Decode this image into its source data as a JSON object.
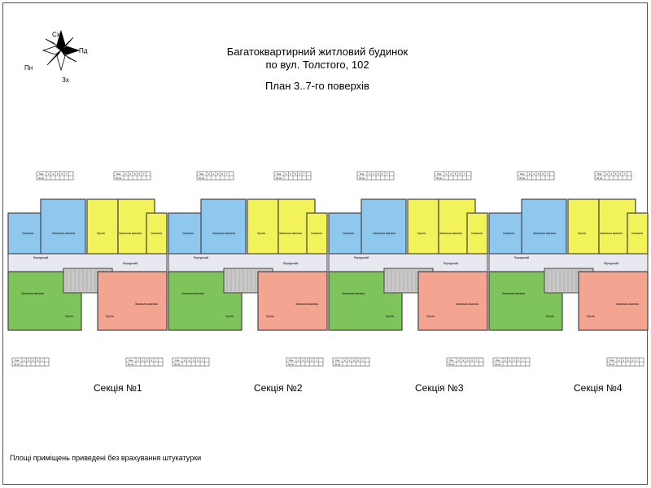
{
  "header": {
    "title_line1": "Багатоквартирний житловий будинок",
    "title_line2": "по вул. Толстого, 102",
    "plan_title": "План 3..7-го поверхів"
  },
  "compass": {
    "north": "Пн",
    "south": "Пд",
    "east": "Сх",
    "west": "Зх"
  },
  "sections": [
    {
      "label": "Секція №1"
    },
    {
      "label": "Секція №2"
    },
    {
      "label": "Секція №3"
    },
    {
      "label": "Секція №4"
    }
  ],
  "room_labels": {
    "bedroom": "Спальня",
    "living": "Загальна кімната",
    "kitchen": "Кухня",
    "hall": "Передпокій"
  },
  "flat_table_headers": {
    "floor": "Пов.",
    "apt_no": "№ кв."
  },
  "floors": [
    "3",
    "4",
    "5",
    "6",
    "7"
  ],
  "footnote": "Площі приміщень приведені без врахування штукатурки",
  "colors": {
    "yellow": "#f2f25a",
    "blue": "#8fc8ee",
    "green": "#7fc45a",
    "salmon": "#f4a592",
    "stair": "#c8c8c8",
    "wall": "#444444"
  }
}
